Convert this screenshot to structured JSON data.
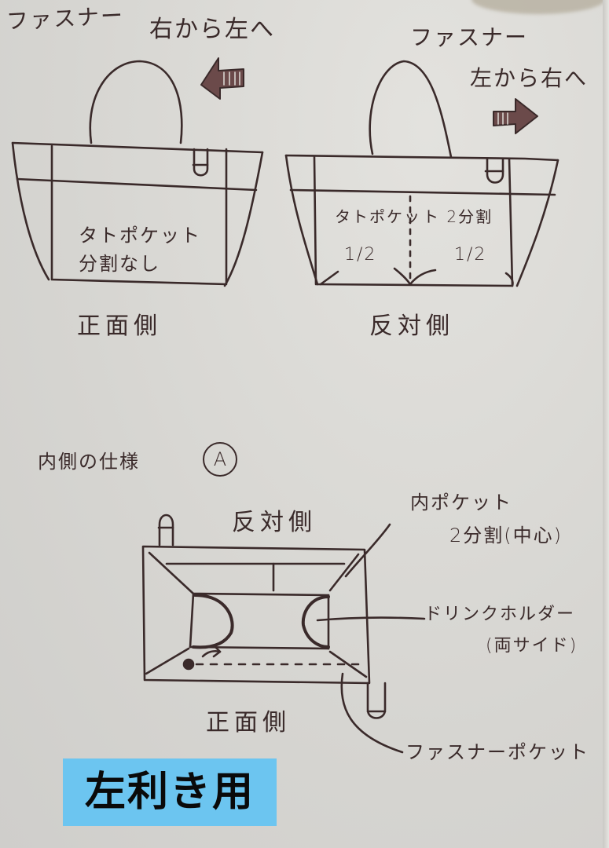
{
  "title_badge": {
    "text": "左利き用",
    "background_color": "#6cc5f0"
  },
  "top_left_bag": {
    "zipper_label": "ファスナー",
    "zipper_direction_label": "右から左へ",
    "arrow_direction": "left",
    "pocket_label_line1": "タトポケット",
    "pocket_label_line2": "分割なし",
    "side_label": "正面側"
  },
  "top_right_bag": {
    "zipper_label": "ファスナー",
    "zipper_direction_label": "左から右へ",
    "arrow_direction": "right",
    "pocket_label_part1": "タトポケッ",
    "pocket_label_part2": "ト 2分割",
    "half_left": "1/2",
    "half_right": "1/2",
    "side_label": "反対側"
  },
  "inner_spec": {
    "heading": "内側の仕様",
    "heading_marker": "A",
    "back_side_label": "反対側",
    "front_side_label": "正面側",
    "inner_pocket_line1": "内ポケット",
    "inner_pocket_line2": "2分割(中心)",
    "drink_holder_line1": "ドリンクホルダー",
    "drink_holder_line2": "(両サイド)",
    "zipper_pocket_label": "ファスナーポケット"
  },
  "colors": {
    "ink": "#3a2a2a",
    "paper": "#dcdcd8"
  }
}
